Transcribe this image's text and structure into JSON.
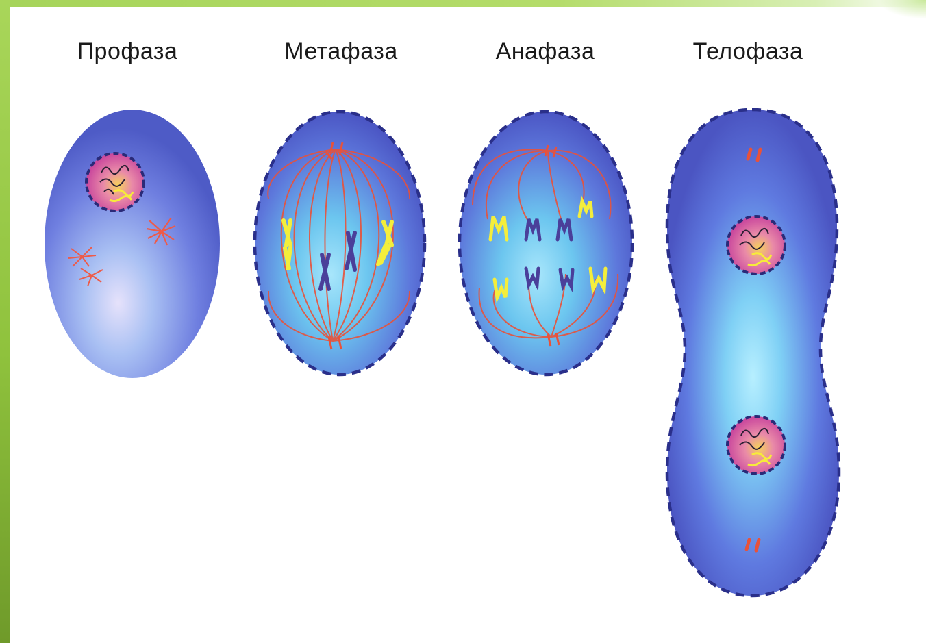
{
  "phases": [
    {
      "label": "Профаза"
    },
    {
      "label": "Метафаза"
    },
    {
      "label": "Анафаза"
    },
    {
      "label": "Телофаза"
    }
  ],
  "colors": {
    "frame_green": "#8fc23d",
    "cell_blue": "#5a6fd8",
    "cell_center": "#7fd0f5",
    "membrane": "#2a2f8a",
    "spindle": "#e8523a",
    "nucleus": "#d15aa6",
    "chromatin_yellow": "#f2e34a",
    "chromosome_yellow": "#f4ee3c",
    "chromosome_purple": "#4a3f9a"
  }
}
